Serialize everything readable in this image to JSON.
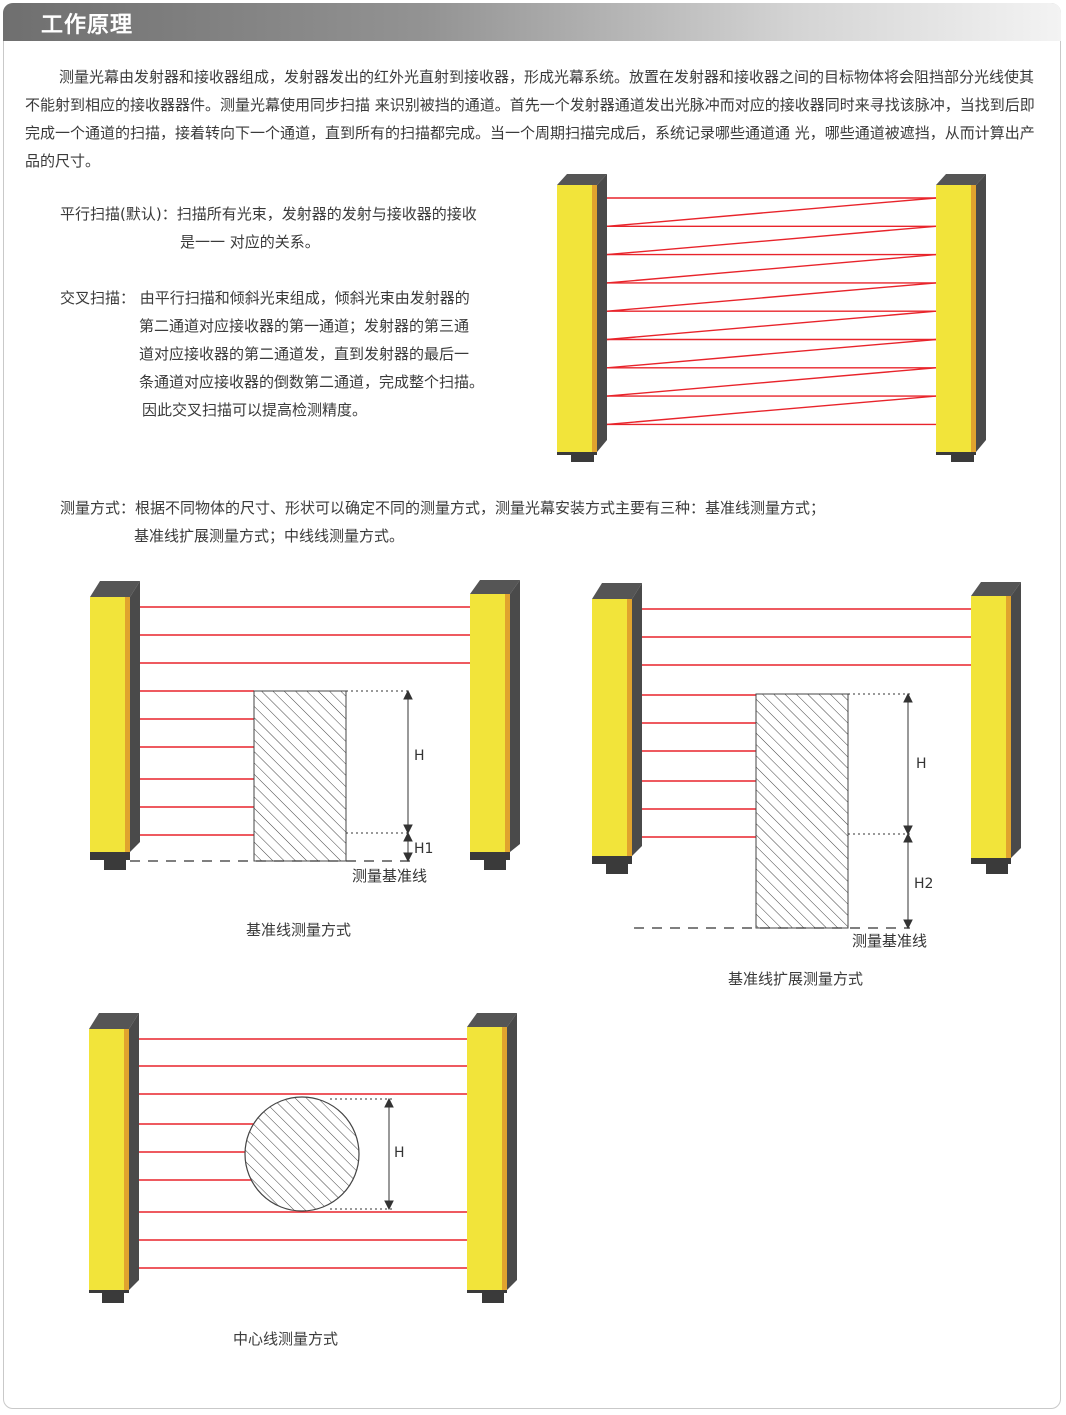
{
  "header": {
    "title": "工作原理"
  },
  "intro": "测量光幕由发射器和接收器组成，发射器发出的红外光直射到接收器，形成光幕系统。放置在发射器和接收器之间的目标物体将会阻挡部分光线使其不能射到相应的接收器器件。测量光幕使用同步扫描 来识别被挡的通道。首先一个发射器通道发出光脉冲而对应的接收器同时来寻找该脉冲，当找到后即完成一个通道的扫描，接着转向下一个通道，直到所有的扫描都完成。当一个周期扫描完成后，系统记录哪些通道通 光，哪些通道被遮挡，从而计算出产品的尺寸。",
  "parallel_scan": {
    "line1": "平行扫描(默认)：扫描所有光束，发射器的发射与接收器的接收",
    "line2": "是一一 对应的关系。"
  },
  "cross_scan": {
    "line1": "交叉扫描： 由平行扫描和倾斜光束组成，倾斜光束由发射器的",
    "line2": "第二通道对应接收器的第一通道；发射器的第三通",
    "line3": "道对应接收器的第二通道发，直到发射器的最后一",
    "line4": "条通道对应接收器的倒数第二通道，完成整个扫描。",
    "line5": "因此交叉扫描可以提高检测精度。"
  },
  "measure_modes": {
    "line1": "测量方式：根据不同物体的尺寸、形状可以确定不同的测量方式，测量光幕安装方式主要有三种：基准线测量方式；",
    "line2": "基准线扩展测量方式；中线线测量方式。"
  },
  "diagram_baseline": {
    "caption": "基准线测量方式",
    "label_h": "H",
    "label_h1": "H1",
    "ref_label": "测量基准线"
  },
  "diagram_extended": {
    "caption": "基准线扩展测量方式",
    "label_h": "H",
    "label_h2": "H2",
    "ref_label": "测量基准线"
  },
  "diagram_center": {
    "caption": "中心线测量方式",
    "label_h": "H"
  },
  "colors": {
    "beam": "#e8242b",
    "housing": "#f2e43a",
    "housing_shadow": "#e0a32e",
    "cap": "#3a3a3a",
    "lens": "#555555",
    "hatch": "#444444"
  }
}
